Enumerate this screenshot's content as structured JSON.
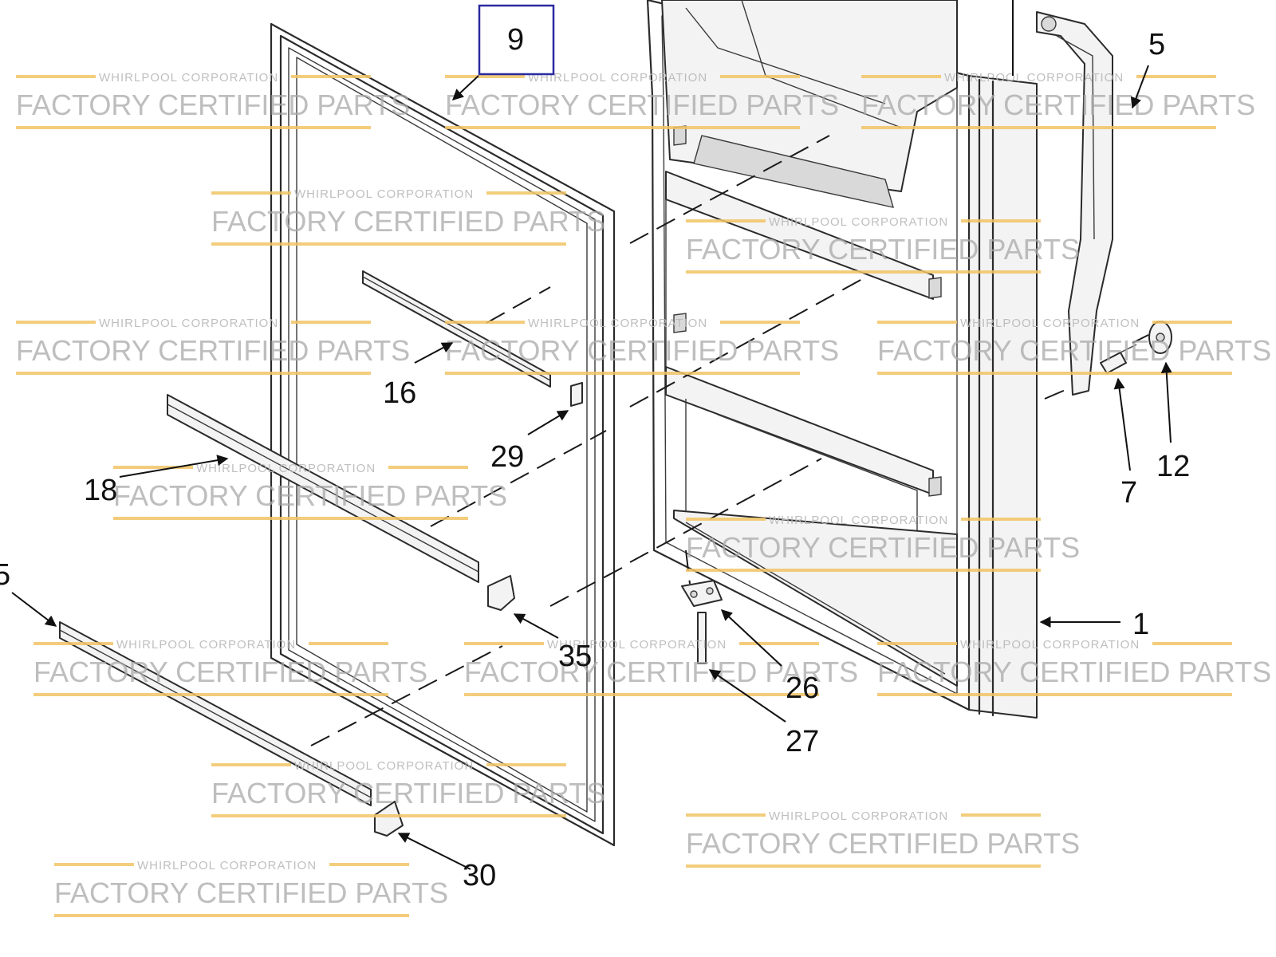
{
  "callouts": {
    "c9": "9",
    "c5": "5",
    "c16": "16",
    "c29": "29",
    "c18": "18",
    "c12": "12",
    "c7": "7",
    "c35": "35",
    "c1": "1",
    "c26": "26",
    "c27": "27",
    "c30": "30",
    "c15_partial": "5"
  },
  "watermark": {
    "small": "WHIRLPOOL CORPORATION",
    "big": "FACTORY CERTIFIED PARTS"
  },
  "colors": {
    "watermark_rule": "#f2c566",
    "selection_box": "#2a2aa0"
  }
}
